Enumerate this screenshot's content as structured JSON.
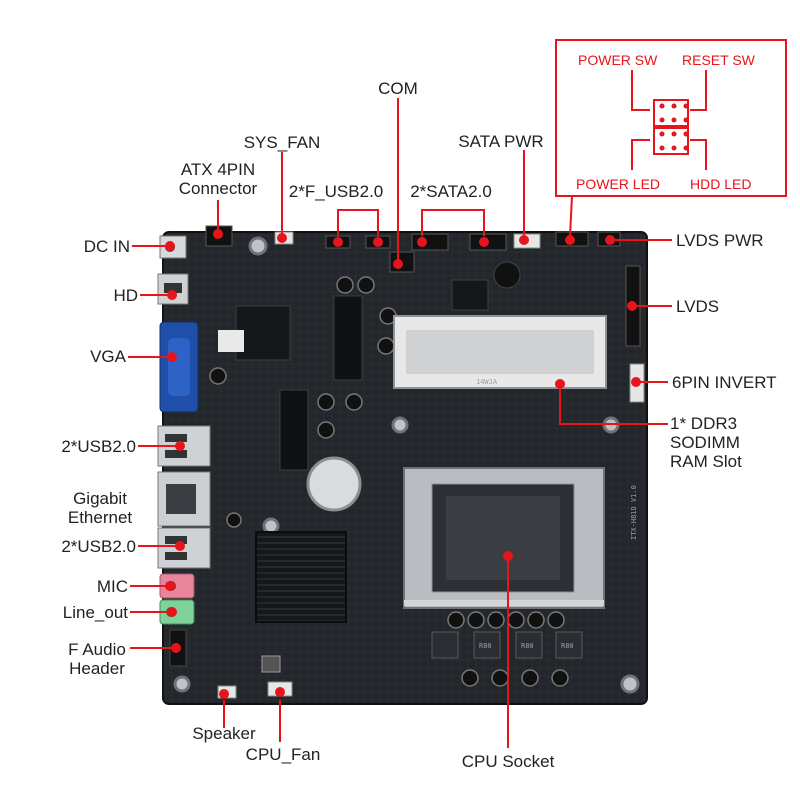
{
  "labels": {
    "dc_in": "DC IN",
    "hd": "HD",
    "vga": "VGA",
    "usb_top": "2*USB2.0",
    "ethernet_1": "Gigabit",
    "ethernet_2": "Ethernet",
    "usb_bottom": "2*USB2.0",
    "mic": "MIC",
    "line_out": "Line_out",
    "f_audio_1": "F Audio",
    "f_audio_2": "Header",
    "speaker": "Speaker",
    "cpu_fan": "CPU_Fan",
    "cpu_socket": "CPU Socket",
    "atx_1": "ATX 4PIN",
    "atx_2": "Connector",
    "sys_fan": "SYS_FAN",
    "f_usb": "2*F_USB2.0",
    "com": "COM",
    "sata_pwr": "SATA PWR",
    "sata": "2*SATA2.0",
    "lvds_pwr": "LVDS PWR",
    "lvds": "LVDS",
    "invert": "6PIN INVERT",
    "ddr_1": "1* DDR3",
    "ddr_2": "SODIMM",
    "ddr_3": "RAM Slot"
  },
  "panel": {
    "power_sw": "POWER SW",
    "reset_sw": "RESET SW",
    "power_led": "POWER LED",
    "hdd_led": "HDD  LED"
  },
  "board_marks": {
    "model": "ITX-H81D  V1.0",
    "ram_mark": "14WJA",
    "choke": "R80"
  },
  "colors": {
    "board": "#1f2226",
    "leader": "#e8141b",
    "vga_port": "#1f4fa8",
    "mic_jack": "#e8859a",
    "line_out_jack": "#7fd39a"
  }
}
